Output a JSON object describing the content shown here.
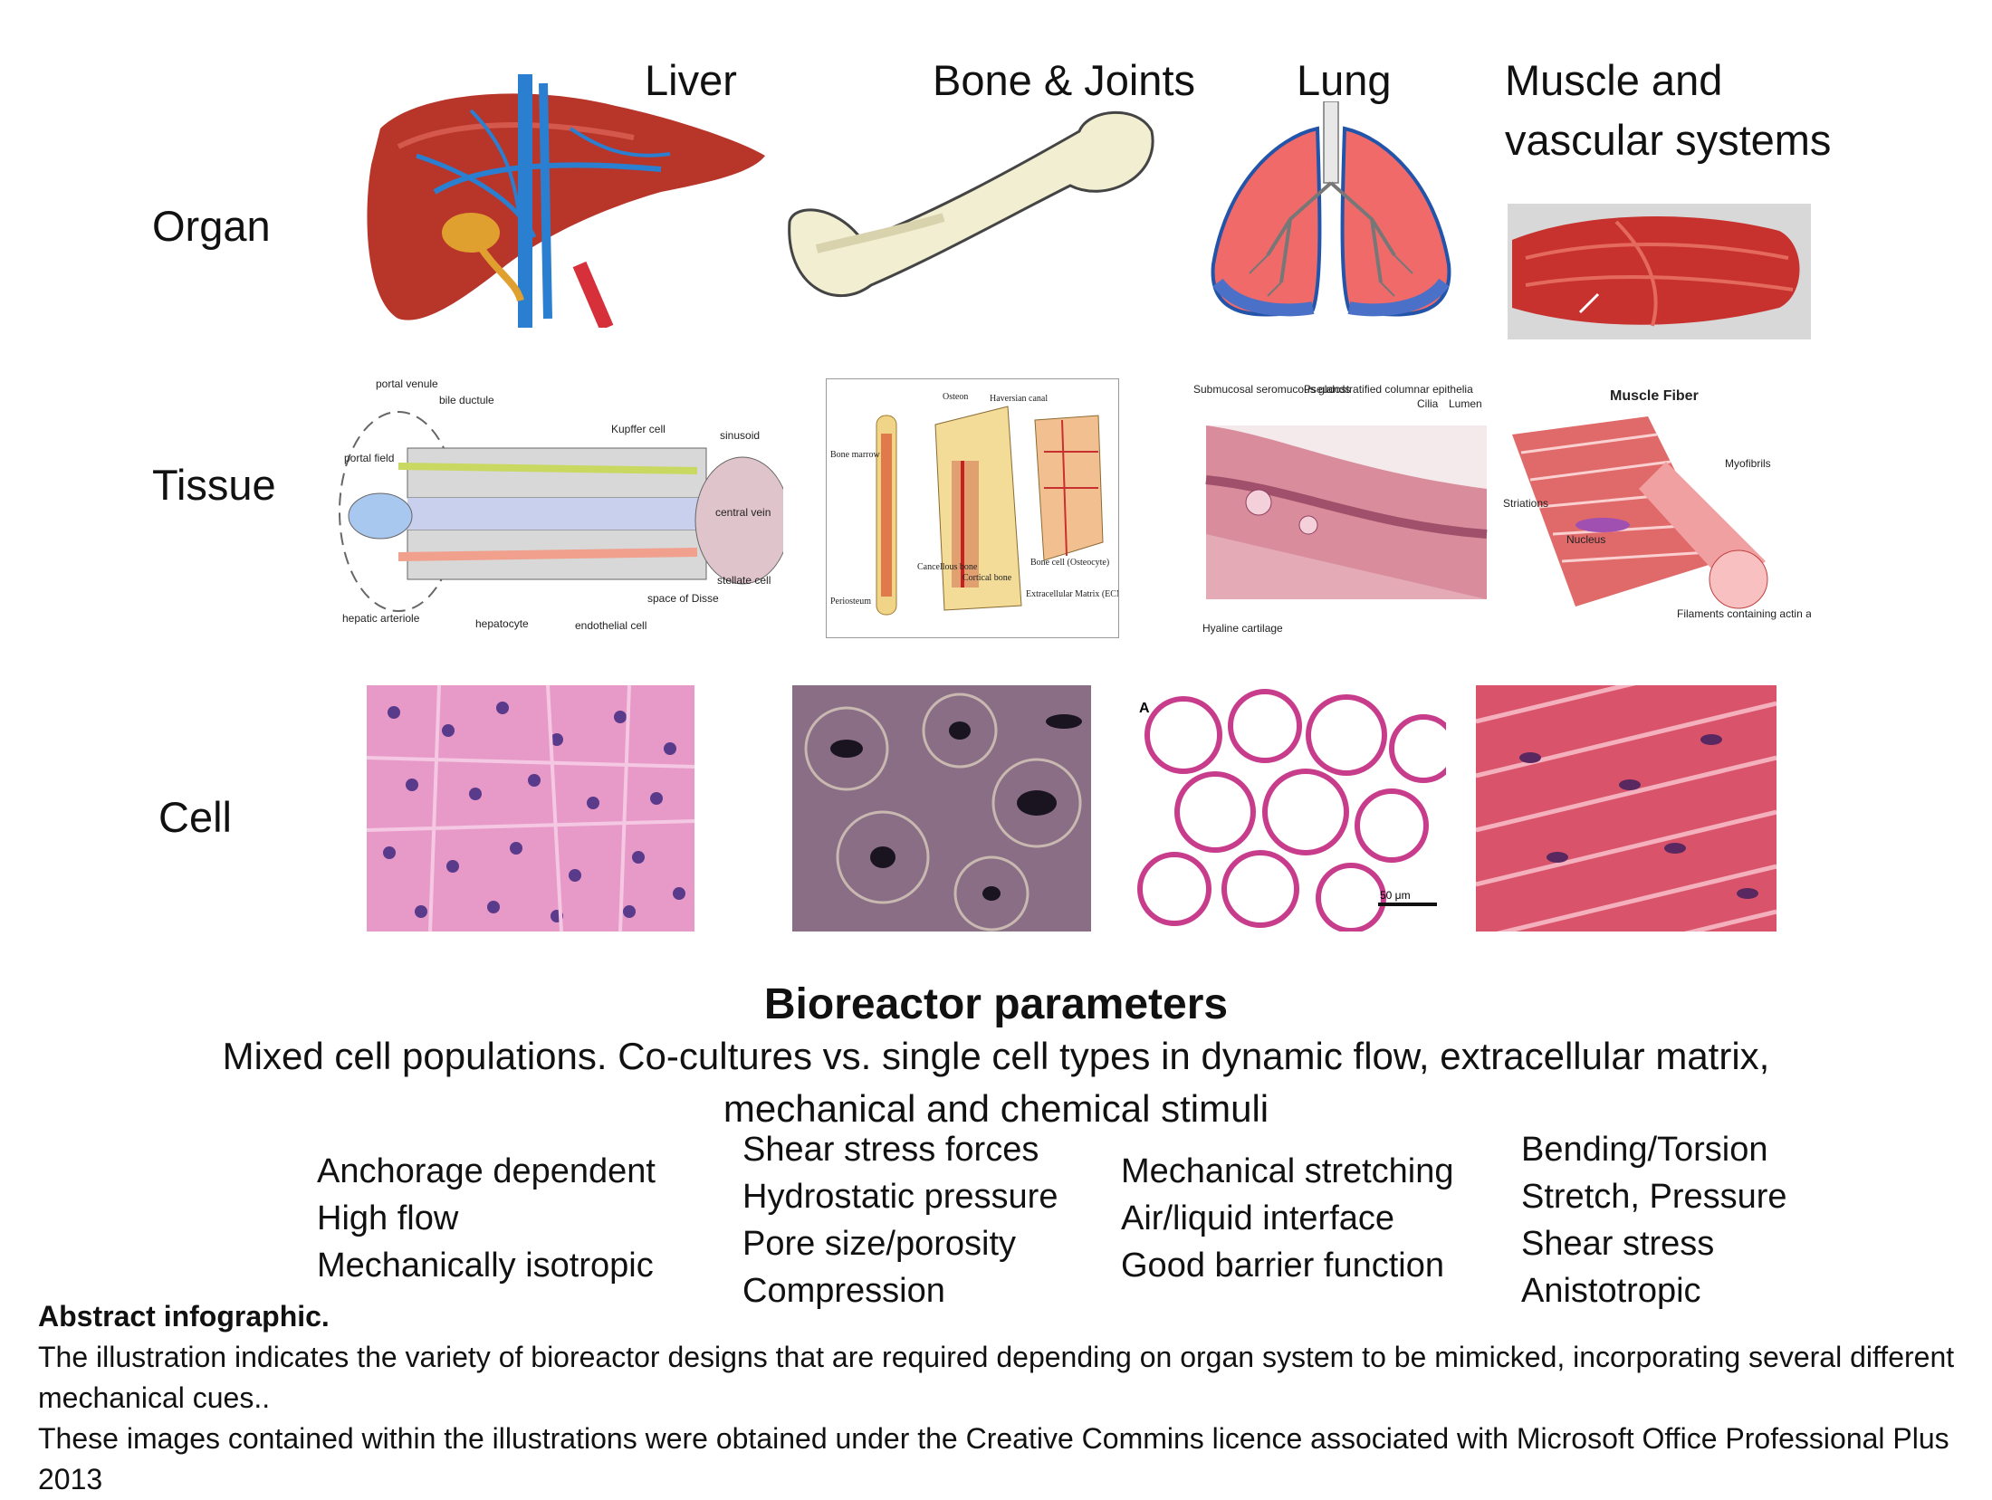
{
  "columns": [
    {
      "name": "Liver"
    },
    {
      "name": "Bone & Joints"
    },
    {
      "name": "Lung"
    },
    {
      "name": "Muscle and vascular systems",
      "line1": "Muscle and",
      "line2": "vascular systems"
    }
  ],
  "rows": {
    "organ": "Organ",
    "tissue": "Tissue",
    "cell": "Cell"
  },
  "liver_tissue_labels": {
    "portal_venule": "portal venule",
    "bile_ductule": "bile ductule",
    "portal_field": "portal field",
    "kupffer": "Kupffer cell",
    "sinusoid": "sinusoid",
    "central_vein": "central vein",
    "stellate": "stellate cell",
    "space_disse": "space of Disse",
    "hepatic_arteriole": "hepatic arteriole",
    "hepatocyte": "hepatocyte",
    "endothelial": "endothelial cell"
  },
  "bone_tissue_labels": {
    "osteon": "Osteon",
    "haversian": "Haversian canal",
    "marrow": "Bone marrow",
    "cancellous": "Cancellous bone",
    "cortical": "Cortical bone",
    "bone_cell": "Bone cell (Osteocyte)",
    "periosteum": "Periosteum",
    "ecm": "Extracellular Matrix (ECM)"
  },
  "lung_tissue_labels": {
    "submucosal": "Submucosal seromucous glands",
    "pseudo": "Pseudostratified columnar epithelia",
    "cilia": "Cilia",
    "lumen": "Lumen",
    "hyaline": "Hyaline cartilage"
  },
  "muscle_tissue_labels": {
    "title": "Muscle Fiber",
    "myofibrils": "Myofibrils",
    "striations": "Striations",
    "nucleus": "Nucleus",
    "filaments": "Filaments containing actin and myosin"
  },
  "lung_cell_labels": {
    "panel_letter": "A",
    "scale": "50 μm"
  },
  "bioreactor": {
    "title": "Bioreactor parameters",
    "subtitle_line1": "Mixed cell populations. Co-cultures vs. single cell types in dynamic flow, extracellular matrix,",
    "subtitle_line2": "mechanical and chemical stimuli"
  },
  "parameters": [
    [
      "Anchorage dependent",
      "High flow",
      "Mechanically isotropic"
    ],
    [
      "Shear stress forces",
      "Hydrostatic pressure",
      "Pore size/porosity",
      "Compression"
    ],
    [
      "Mechanical stretching",
      "Air/liquid interface",
      "Good barrier function"
    ],
    [
      "Bending/Torsion",
      "Stretch, Pressure",
      "Shear stress",
      "Anistotropic"
    ]
  ],
  "abstract": {
    "title": "Abstract infographic.",
    "line1": "The illustration indicates the variety of bioreactor designs that are required depending on organ system to be mimicked, incorporating several different mechanical cues..",
    "line2": "These images contained within the illustrations were obtained under the Creative Commins licence associated with Microsoft Office Professional Plus 2013"
  },
  "colors": {
    "liver": "#b8352a",
    "vein_blue": "#2a7fd0",
    "bone": "#f2eed2",
    "lung_pink": "#f06a6a",
    "muscle": "#c8322e",
    "he_pink": "#e79ac8",
    "bone_stain": "#8a6e86",
    "cardiac": "#d9536a"
  }
}
